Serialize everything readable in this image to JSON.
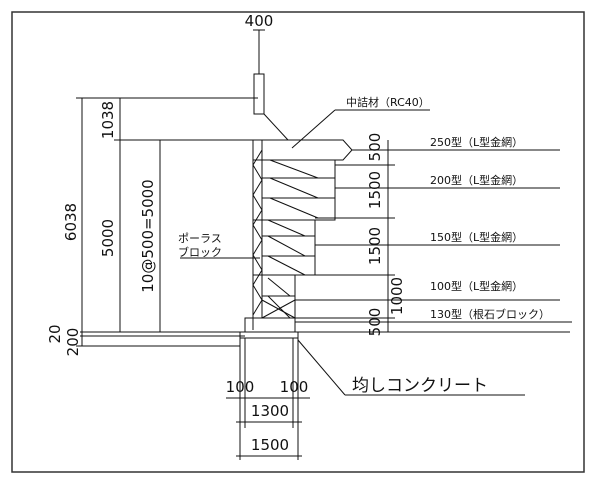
{
  "dimensions": {
    "top_width": "400",
    "total_height": "6038",
    "top_segment": "1038",
    "main_height": "5000",
    "block_height": "10@500=5000",
    "base_20": "20",
    "base_200": "200",
    "seg_500_top": "500",
    "seg_1500_a": "1500",
    "seg_1500_b": "1500",
    "seg_1000": "1000",
    "seg_500_bottom": "500",
    "foot_left": "100",
    "foot_right": "100",
    "foot_1300": "1300",
    "foot_1500": "1500"
  },
  "labels": {
    "backfill": "中詰材（RC40）",
    "porous_line1": "ポーラス",
    "porous_line2": "ブロック",
    "type250": "250型（L型金網）",
    "type200": "200型（L型金網）",
    "type150": "150型（L型金網）",
    "type100": "100型（L型金網）",
    "type130": "130型（根石ブロック）",
    "leveling": "均しコンクリート"
  },
  "colors": {
    "line": "#111111",
    "frame": "#333333",
    "background": "#ffffff"
  }
}
